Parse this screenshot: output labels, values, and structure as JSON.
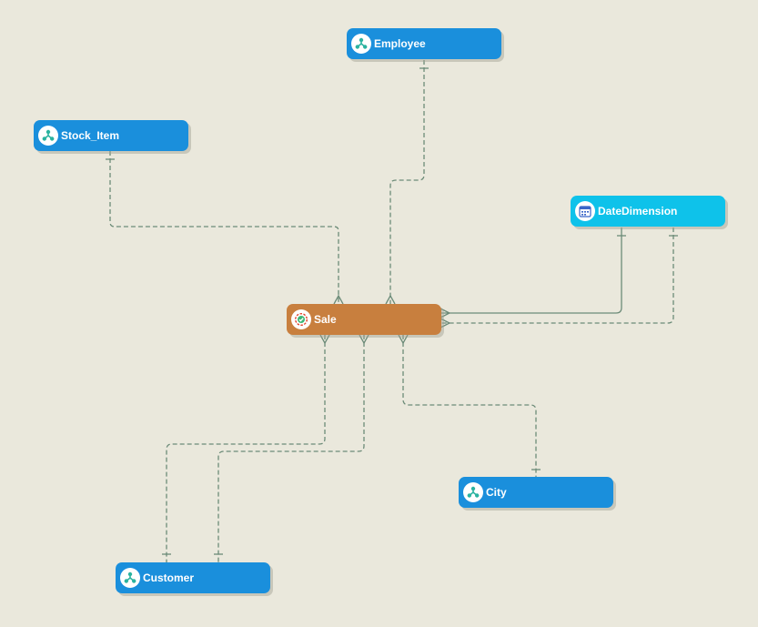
{
  "colors": {
    "background": "#eae8dc",
    "dimension": "#1a8fdc",
    "date_dimension": "#0ec2ea",
    "fact": "#c87f3e",
    "connector": "#6c8b78"
  },
  "nodes": {
    "employee": {
      "label": "Employee",
      "type": "dimension",
      "icon": "dimension-icon"
    },
    "stock_item": {
      "label": "Stock_Item",
      "type": "dimension",
      "icon": "dimension-icon"
    },
    "date": {
      "label": "DateDimension",
      "type": "date-dimension",
      "icon": "calendar-icon"
    },
    "sale": {
      "label": "Sale",
      "type": "fact",
      "icon": "fact-check-icon"
    },
    "city": {
      "label": "City",
      "type": "dimension",
      "icon": "dimension-icon"
    },
    "customer": {
      "label": "Customer",
      "type": "dimension",
      "icon": "dimension-icon"
    }
  },
  "relationships": [
    {
      "from": "Stock_Item",
      "to": "Sale",
      "style": "dashed"
    },
    {
      "from": "Employee",
      "to": "Sale",
      "style": "dashed"
    },
    {
      "from": "DateDimension",
      "to": "Sale",
      "style": "solid"
    },
    {
      "from": "DateDimension",
      "to": "Sale",
      "style": "dashed"
    },
    {
      "from": "City",
      "to": "Sale",
      "style": "dashed"
    },
    {
      "from": "Customer",
      "to": "Sale",
      "style": "dashed"
    },
    {
      "from": "Customer",
      "to": "Sale",
      "style": "dashed"
    }
  ]
}
